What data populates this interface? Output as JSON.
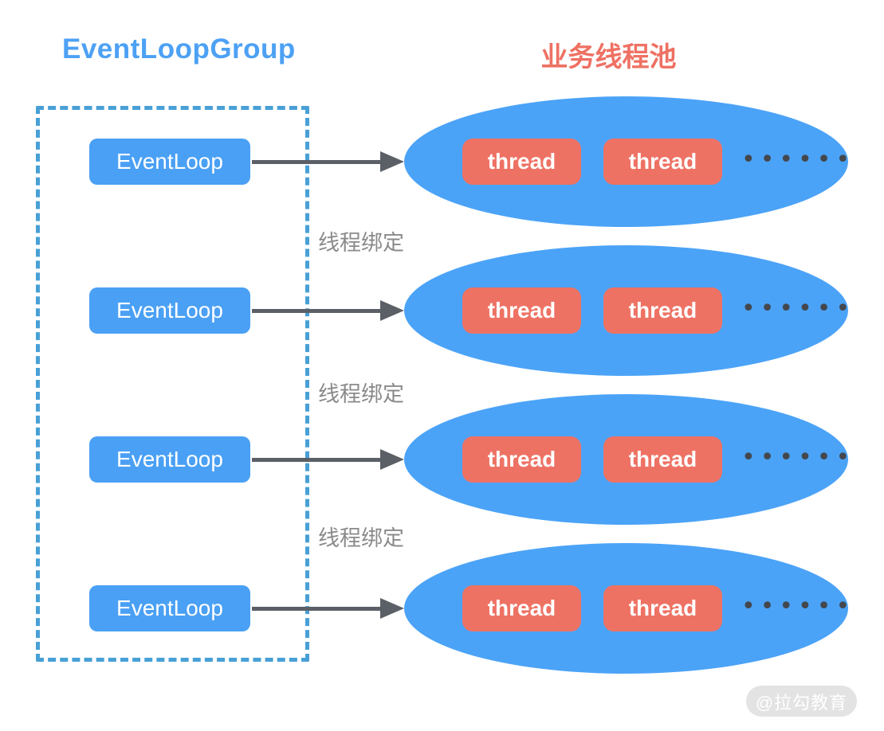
{
  "titles": {
    "left": "EventLoopGroup",
    "right": "业务线程池"
  },
  "rows": [
    {
      "eventloop_label": "EventLoop",
      "threads": [
        "thread",
        "thread"
      ],
      "ellipsis": "••••••"
    },
    {
      "eventloop_label": "EventLoop",
      "threads": [
        "thread",
        "thread"
      ],
      "ellipsis": "••••••"
    },
    {
      "eventloop_label": "EventLoop",
      "threads": [
        "thread",
        "thread"
      ],
      "ellipsis": "••••••"
    },
    {
      "eventloop_label": "EventLoop",
      "threads": [
        "thread",
        "thread"
      ],
      "ellipsis": "••••••"
    }
  ],
  "binding_labels": [
    "线程绑定",
    "线程绑定",
    "线程绑定"
  ],
  "watermark": "@拉勾教育",
  "colors": {
    "title_blue": "#4da1f4",
    "title_salmon": "#ee7163",
    "box_blue": "#4aa0f4",
    "ellipse_blue": "#4ba3f7",
    "thread_salmon": "#ee7264",
    "arrow_gray": "#5b6066",
    "dots_gray": "#44484e",
    "binding_label_gray": "#8a8a8a",
    "dashed_border_blue": "#48a0d6",
    "watermark_bg": "#e3e3e3",
    "watermark_text": "#ffffff"
  }
}
